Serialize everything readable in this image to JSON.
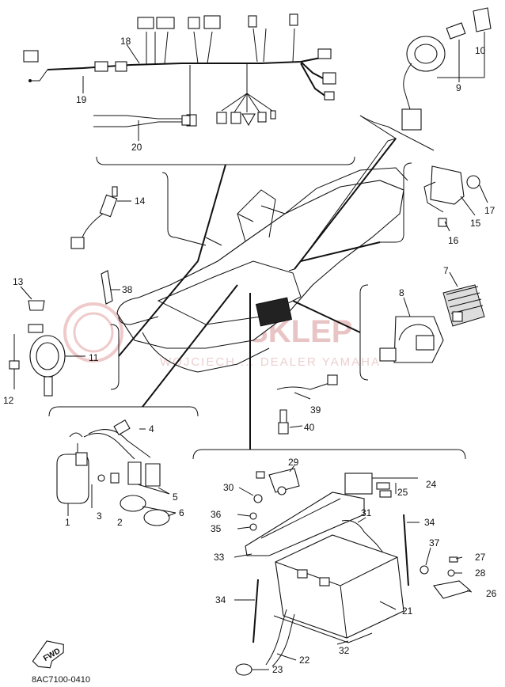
{
  "watermark": {
    "brand": "YAMASKLEP",
    "subtitle": "WOJCIECH ... DEALER YAMAHA"
  },
  "callouts": [
    "1",
    "2",
    "3",
    "4",
    "5",
    "6",
    "7",
    "8",
    "9",
    "10",
    "11",
    "12",
    "13",
    "14",
    "15",
    "16",
    "17",
    "18",
    "19",
    "20",
    "21",
    "22",
    "23",
    "24",
    "25",
    "26",
    "27",
    "28",
    "29",
    "30",
    "31",
    "32",
    "33",
    "34",
    "35",
    "36",
    "37",
    "38",
    "39",
    "40"
  ],
  "diagram_code": "8AC7100-0410",
  "fwd_label": "FWD",
  "colors": {
    "ink": "#111111",
    "watermark": "#e9c4c4"
  }
}
